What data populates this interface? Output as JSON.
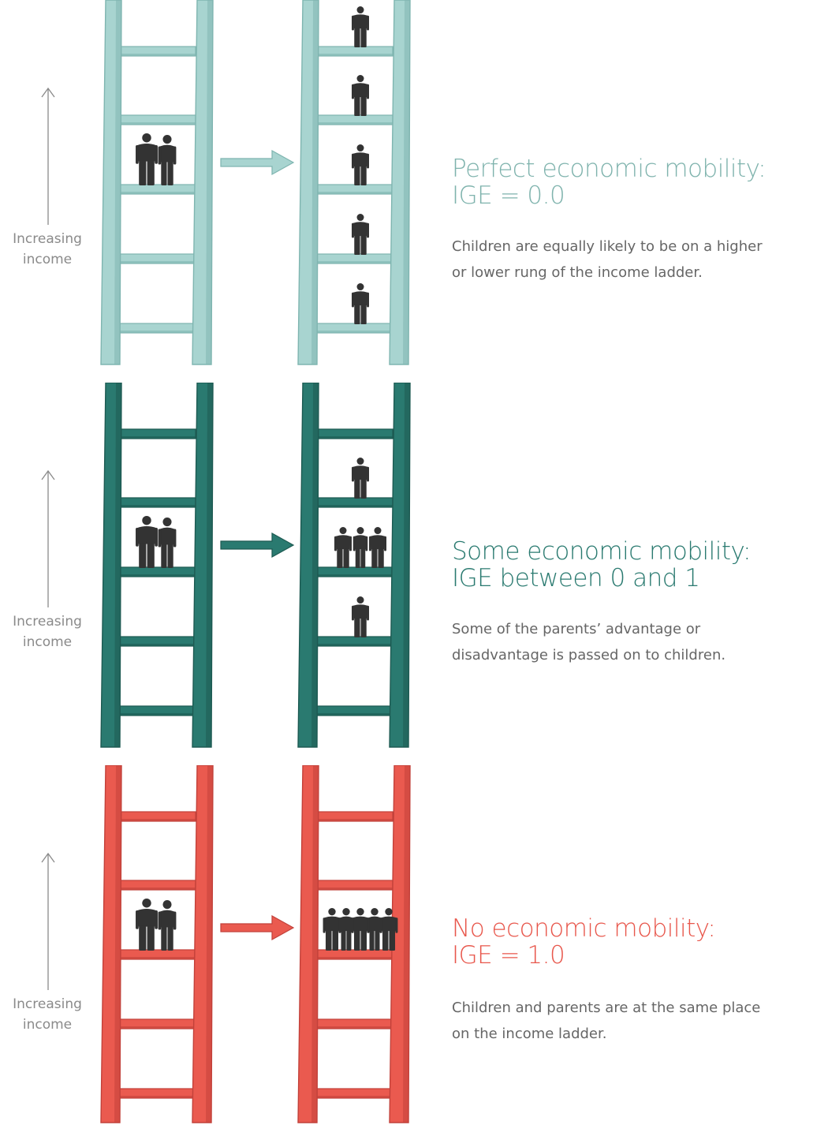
{
  "panels": [
    {
      "id": "perfect",
      "axis_label": [
        "Increasing",
        "income"
      ],
      "title_line1": "Perfect economic mobility:",
      "title_line2": "IGE = 0.0",
      "desc_line1": "Children are equally likely to be on a higher",
      "desc_line2": "or lower rung of the income ladder.",
      "rail_color": "#a8d4d0",
      "rail_shade": "#7fb5b0",
      "title_color": "#7fb3ad",
      "parents_rung": 3,
      "children_per_rung": [
        1,
        1,
        1,
        1,
        1
      ]
    },
    {
      "id": "some",
      "axis_label": [
        "Increasing",
        "income"
      ],
      "title_line1": "Some economic mobility:",
      "title_line2": "IGE between 0 and 1",
      "desc_line1": "Some of the parents’ advantage or",
      "desc_line2": "disadvantage is passed on to children.",
      "rail_color": "#2a7a70",
      "rail_shade": "#1d5a52",
      "title_color": "#2a7a70",
      "parents_rung": 3,
      "children_per_rung": [
        0,
        1,
        3,
        1,
        0
      ]
    },
    {
      "id": "none",
      "axis_label": [
        "Increasing",
        "income"
      ],
      "title_line1": "No economic mobility:",
      "title_line2": "IGE = 1.0",
      "desc_line1": "Children and parents are at the same place",
      "desc_line2": "on the income ladder.",
      "rail_color": "#ea5a4f",
      "rail_shade": "#c2413a",
      "title_color": "#e8574c",
      "parents_rung": 3,
      "children_per_rung": [
        0,
        0,
        5,
        0,
        0
      ]
    }
  ]
}
